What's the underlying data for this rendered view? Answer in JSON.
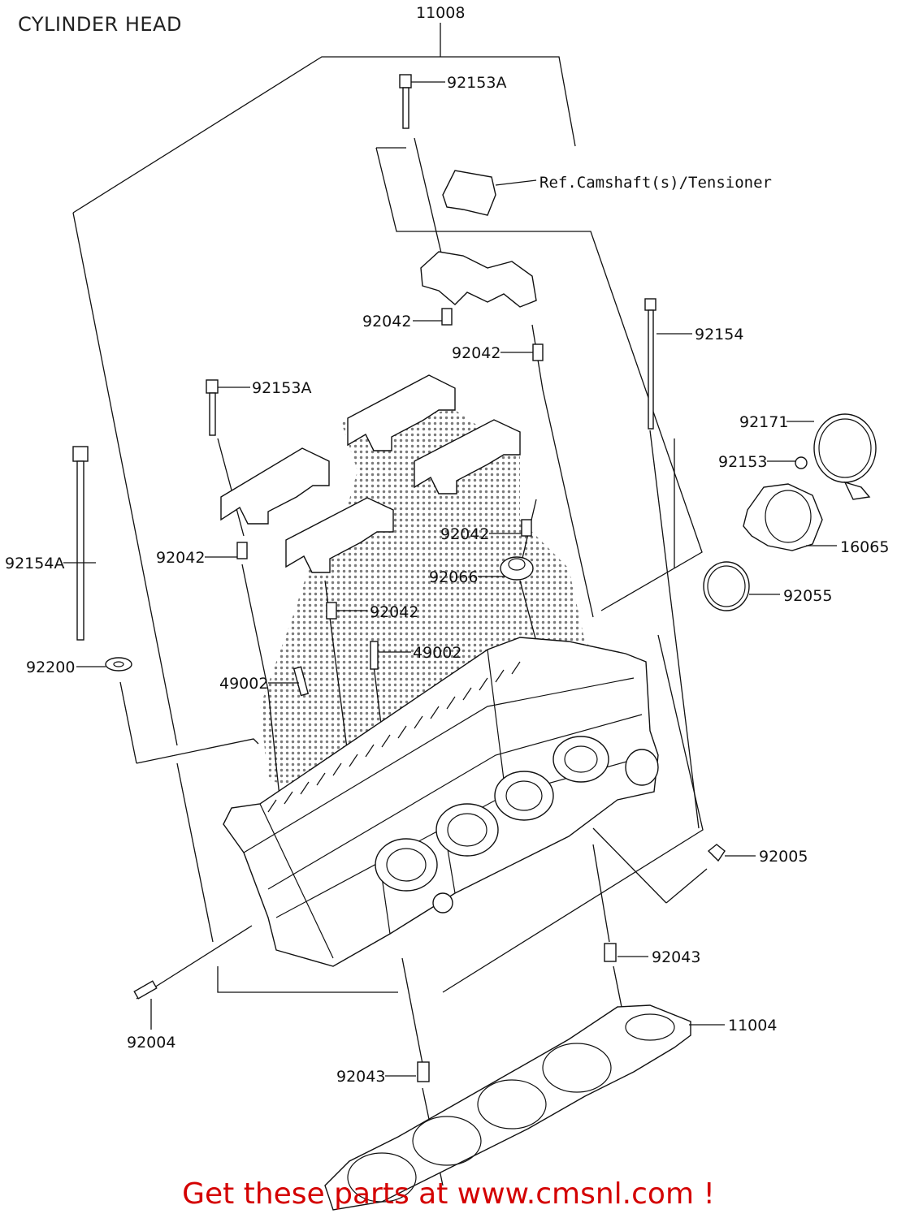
{
  "title": "CYLINDER HEAD",
  "promo": "Get these parts at www.cmsnl.com !",
  "labels": {
    "p11008": "11008",
    "p92153A_top": "92153A",
    "ref": "Ref.Camshaft(s)/Tensioner",
    "p92042_a": "92042",
    "p92042_b": "92042",
    "p92154": "92154",
    "p92153A_mid": "92153A",
    "p92171": "92171",
    "p92153": "92153",
    "p16065": "16065",
    "p92154A": "92154A",
    "p92042_c": "92042",
    "p92042_d": "92042",
    "p92066": "92066",
    "p92055": "92055",
    "p92042_e": "92042",
    "p49002_a": "49002",
    "p92200": "92200",
    "p49002_b": "49002",
    "p92005": "92005",
    "p92043_a": "92043",
    "p11004": "11004",
    "p92004": "92004",
    "p92043_b": "92043"
  },
  "colors": {
    "ink": "#111111",
    "promo": "#d40000"
  }
}
